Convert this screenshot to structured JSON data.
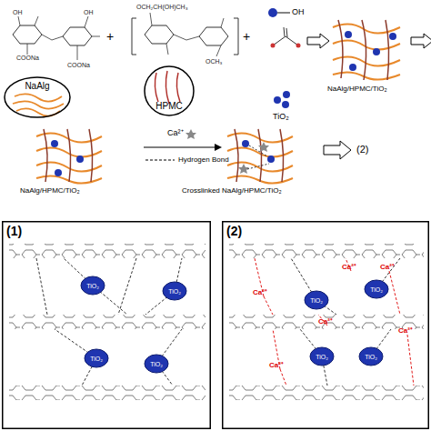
{
  "diagram": {
    "nodes": [
      {
        "text": [
          "NaAlg"
        ]
      },
      {
        "text": [
          "HPMC"
        ]
      },
      {
        "text": [
          "(1)"
        ]
      },
      {
        "text": [
          "TiO₂"
        ],
        "in": 2
      },
      {
        "text": [
          "TiO₂"
        ],
        "in": 2
      },
      {
        "text": [
          "TiO₂"
        ],
        "in": 2
      },
      {
        "text": [
          "TiO₂"
        ],
        "in": 2
      },
      {
        "text": [
          "(2)"
        ]
      },
      {
        "text": [
          "TiO₂"
        ],
        "in": 7
      },
      {
        "text": [
          "TiO₂"
        ],
        "in": 7
      },
      {
        "text": [
          "TiO₂"
        ],
        "in": 7
      },
      {
        "text": [
          "TiO₂"
        ],
        "in": 7
      }
    ],
    "labels": [
      "COONa",
      "COONa",
      "OH",
      "OH",
      "+",
      "OCH₂CH(OH)CH₃",
      "OCH₃",
      "+",
      "OH",
      "NaAlg/HPMC/TiO₂",
      "TiO₂",
      "NaAlg/HPMC/TiO₂",
      "Crosslinked NaAlg/HPMC/TiO₂",
      "(2)",
      "Ca²⁺",
      "Ca²⁺",
      "Ca²⁺",
      "Ca²⁺",
      "Ca²⁺",
      "Ca²⁺"
    ],
    "legend": [
      {
        "text": "Ca²⁺"
      },
      {
        "text": "Hydrogen Bond"
      }
    ]
  }
}
